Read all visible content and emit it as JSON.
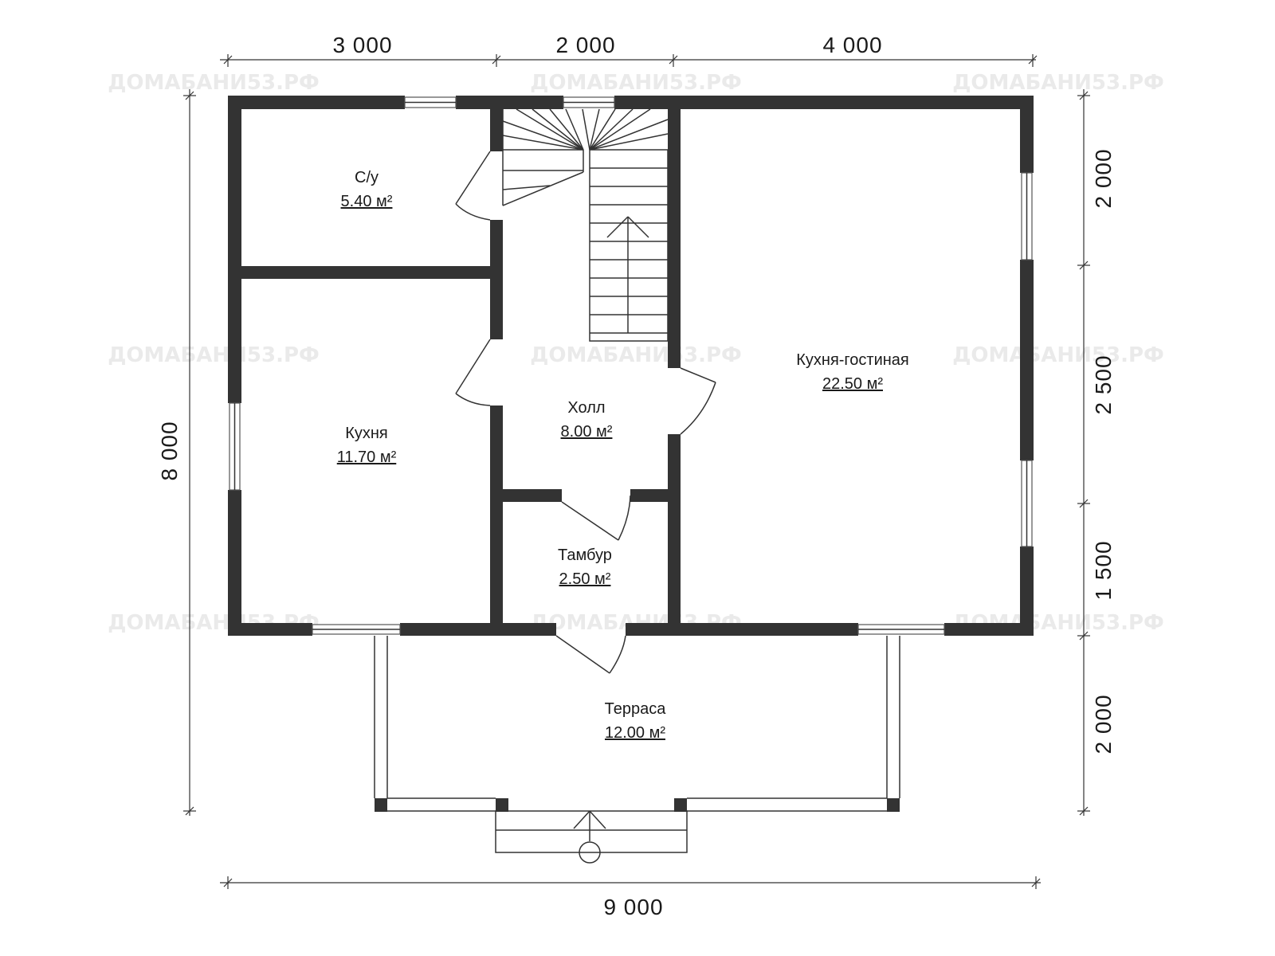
{
  "watermark": "ДОМАБАНИ53.РФ",
  "dimensions": {
    "top": [
      "3 000",
      "2 000",
      "4 000"
    ],
    "bottom": "9 000",
    "left": "8 000",
    "right": [
      "2 000",
      "2 500",
      "1 500",
      "2 000"
    ]
  },
  "rooms": {
    "su": {
      "name": "С/у",
      "area": "5.40 м²"
    },
    "kitchen": {
      "name": "Кухня",
      "area": "11.70 м²"
    },
    "hall": {
      "name": "Холл",
      "area": "8.00 м²"
    },
    "living": {
      "name": "Кухня-гостиная",
      "area": "22.50 м²"
    },
    "vestibule": {
      "name": "Тамбур",
      "area": "2.50 м²"
    },
    "terrace": {
      "name": "Терраса",
      "area": "12.00 м²"
    }
  }
}
